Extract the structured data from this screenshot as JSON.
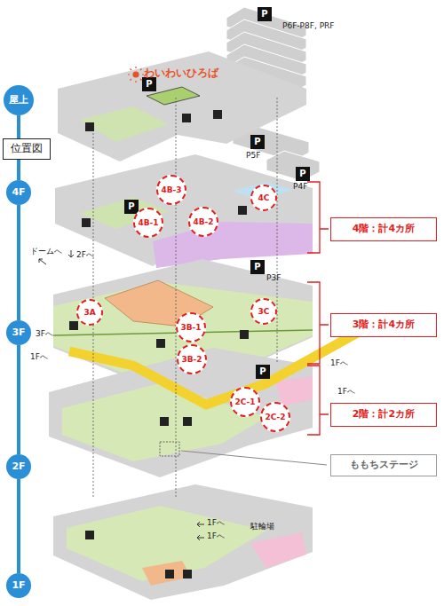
{
  "diagram": {
    "nodes": [
      {
        "text": [
          "屋上"
        ]
      },
      {
        "text": [
          "位置図"
        ]
      },
      {
        "text": [
          "4F"
        ]
      },
      {
        "text": [
          "3F"
        ]
      },
      {
        "text": [
          "2F"
        ]
      },
      {
        "text": [
          "1F"
        ]
      },
      {
        "text": [
          "P"
        ]
      },
      {
        "text": [
          "P"
        ]
      },
      {
        "text": [
          "P"
        ]
      },
      {
        "text": [
          "P"
        ]
      },
      {
        "text": [
          "P"
        ]
      },
      {
        "text": [
          "P"
        ]
      },
      {
        "text": [
          "P"
        ]
      },
      {
        "text": [
          "4B-3"
        ]
      },
      {
        "text": [
          "4B-1"
        ]
      },
      {
        "text": [
          "4B-2"
        ]
      },
      {
        "text": [
          "4C"
        ]
      },
      {
        "text": [
          "3A"
        ]
      },
      {
        "text": [
          "3B-1"
        ]
      },
      {
        "text": [
          "3B-2"
        ]
      },
      {
        "text": [
          "3C"
        ]
      },
      {
        "text": [
          "2C-1"
        ]
      },
      {
        "text": [
          "2C-2"
        ]
      },
      {
        "text": [
          "4階：計4カ所"
        ]
      },
      {
        "text": [
          "3階：計4カ所"
        ]
      },
      {
        "text": [
          "2階：計2カ所"
        ]
      },
      {
        "text": [
          "ももちステージ"
        ]
      }
    ],
    "edges": [
      {
        "from": 0,
        "to": 2,
        "arrow": "none"
      },
      {
        "from": 2,
        "to": 3,
        "arrow": "none"
      },
      {
        "from": 3,
        "to": 4,
        "arrow": "none"
      },
      {
        "from": 4,
        "to": 5,
        "arrow": "none"
      }
    ],
    "labels": [
      "P6F-P8F, PRF",
      "わいわいひろば",
      "P5F",
      "P4F",
      "ドームへ",
      "2Fへ",
      "P3F",
      "3Fへ",
      "1Fへ",
      "1Fへ",
      "1Fへ",
      "1Fへ",
      "1Fへ",
      "駐輪場"
    ]
  }
}
